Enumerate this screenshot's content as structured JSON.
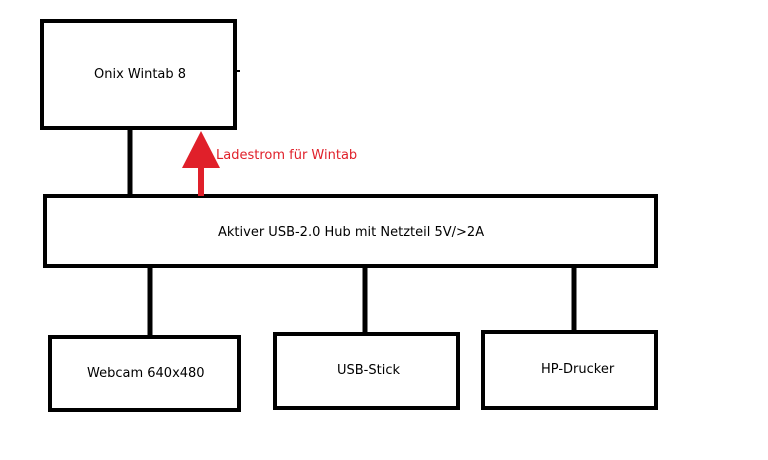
{
  "nodes": {
    "tablet": {
      "label": "Onix Wintab 8"
    },
    "hub": {
      "label": "Aktiver USB-2.0 Hub mit Netzteil  5V/>2A"
    },
    "webcam": {
      "label": "Webcam 640x480"
    },
    "usb_stick": {
      "label": "USB-Stick"
    },
    "printer": {
      "label": "HP-Drucker"
    }
  },
  "edges": [
    {
      "from": "tablet",
      "to": "hub"
    },
    {
      "from": "hub",
      "to": "webcam"
    },
    {
      "from": "hub",
      "to": "usb_stick"
    },
    {
      "from": "hub",
      "to": "printer"
    }
  ],
  "annotation": {
    "charge_arrow": {
      "label": "Ladestrom für Wintab",
      "from": "hub",
      "to": "tablet"
    }
  },
  "colors": {
    "stroke": "#000000",
    "arrow": "#e0202a",
    "background": "#ffffff"
  }
}
